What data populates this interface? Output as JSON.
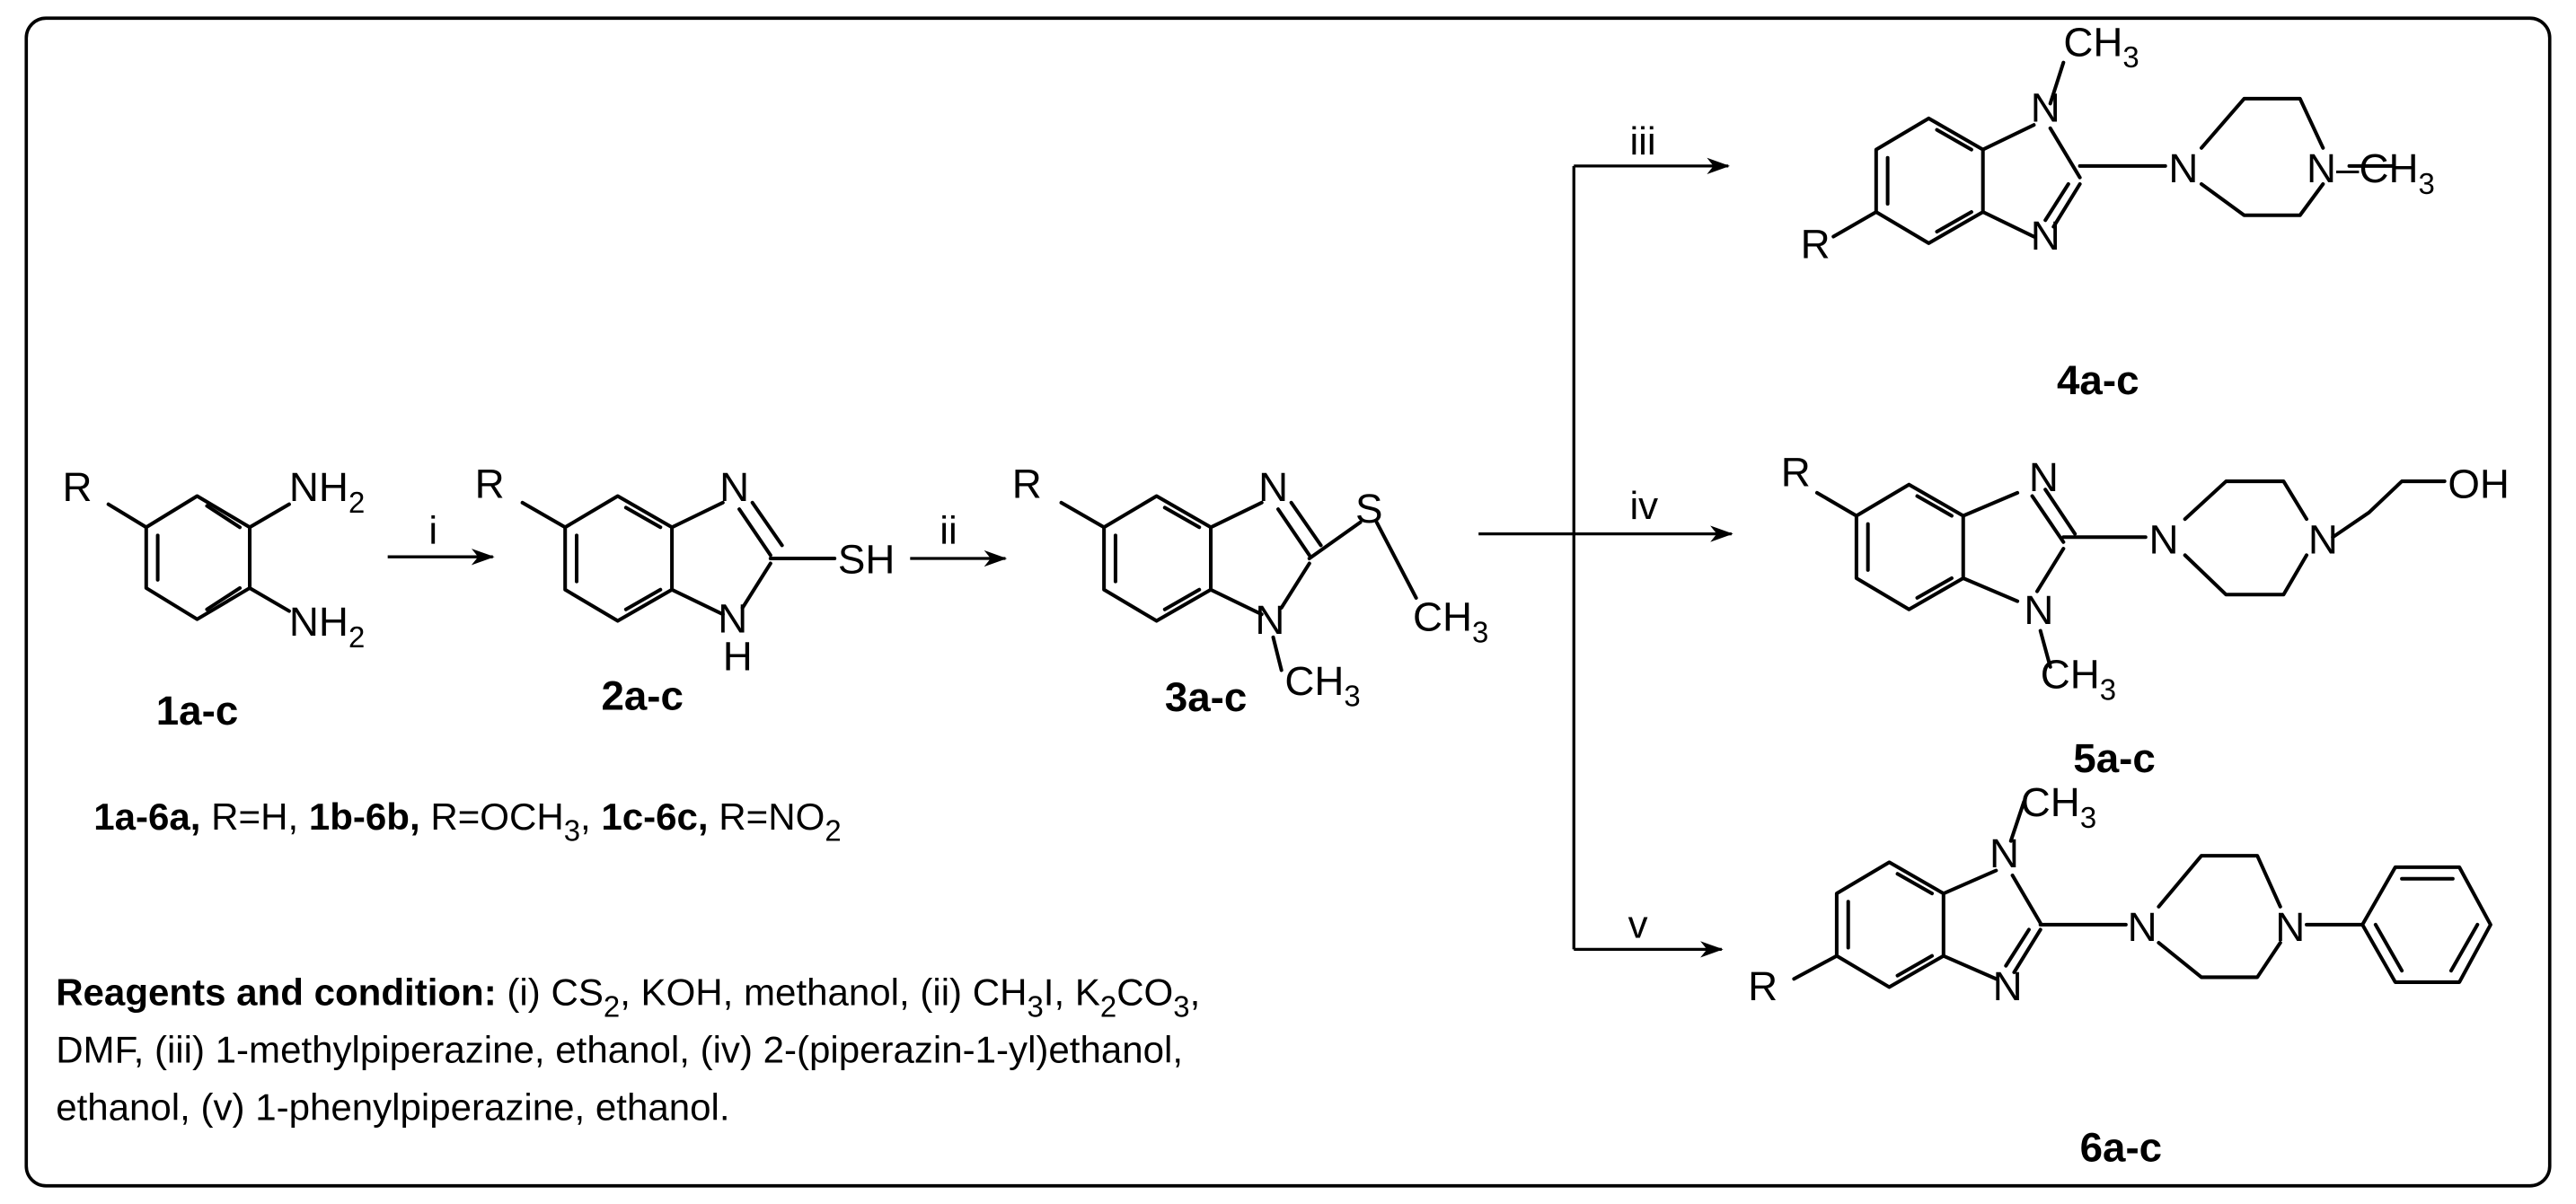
{
  "compounds": {
    "c1": "1a-c",
    "c2": "2a-c",
    "c3": "3a-c",
    "c4": "4a-c",
    "c5": "5a-c",
    "c6": "6a-c"
  },
  "atoms": {
    "R": "R",
    "NH": "NH",
    "NH_sub": "2",
    "N": "N",
    "H": "H",
    "SH": "SH",
    "S": "S",
    "CH": "CH",
    "CH_sub": "3",
    "N_CH": "N–CH",
    "OH": "OH"
  },
  "steps": {
    "i": "i",
    "ii": "ii",
    "iii": "iii",
    "iv": "iv",
    "v": "v"
  },
  "substituent_key": {
    "a_bold": "1a-6a,",
    "a_text": " R=H, ",
    "b_bold": "1b-6b,",
    "b_text": " R=OCH",
    "b_sub": "3",
    "b_end": ", ",
    "c_bold": "1c-6c,",
    "c_text": " R=NO",
    "c_sub": "2"
  },
  "reagents": {
    "heading": "Reagents and condition:",
    "l1_a": " (i) CS",
    "l1_b": "2",
    "l1_c": ", KOH, methanol,  (ii) CH",
    "l1_d": "3",
    "l1_e": "I, K",
    "l1_f": "2",
    "l1_g": "CO",
    "l1_h": "3",
    "l1_i": ",",
    "line2": "DMF, (iii) 1-methylpiperazine, ethanol, (iv)  2-(piperazin-1-yl)ethanol,",
    "line3": "ethanol, (v) 1-phenylpiperazine, ethanol."
  }
}
